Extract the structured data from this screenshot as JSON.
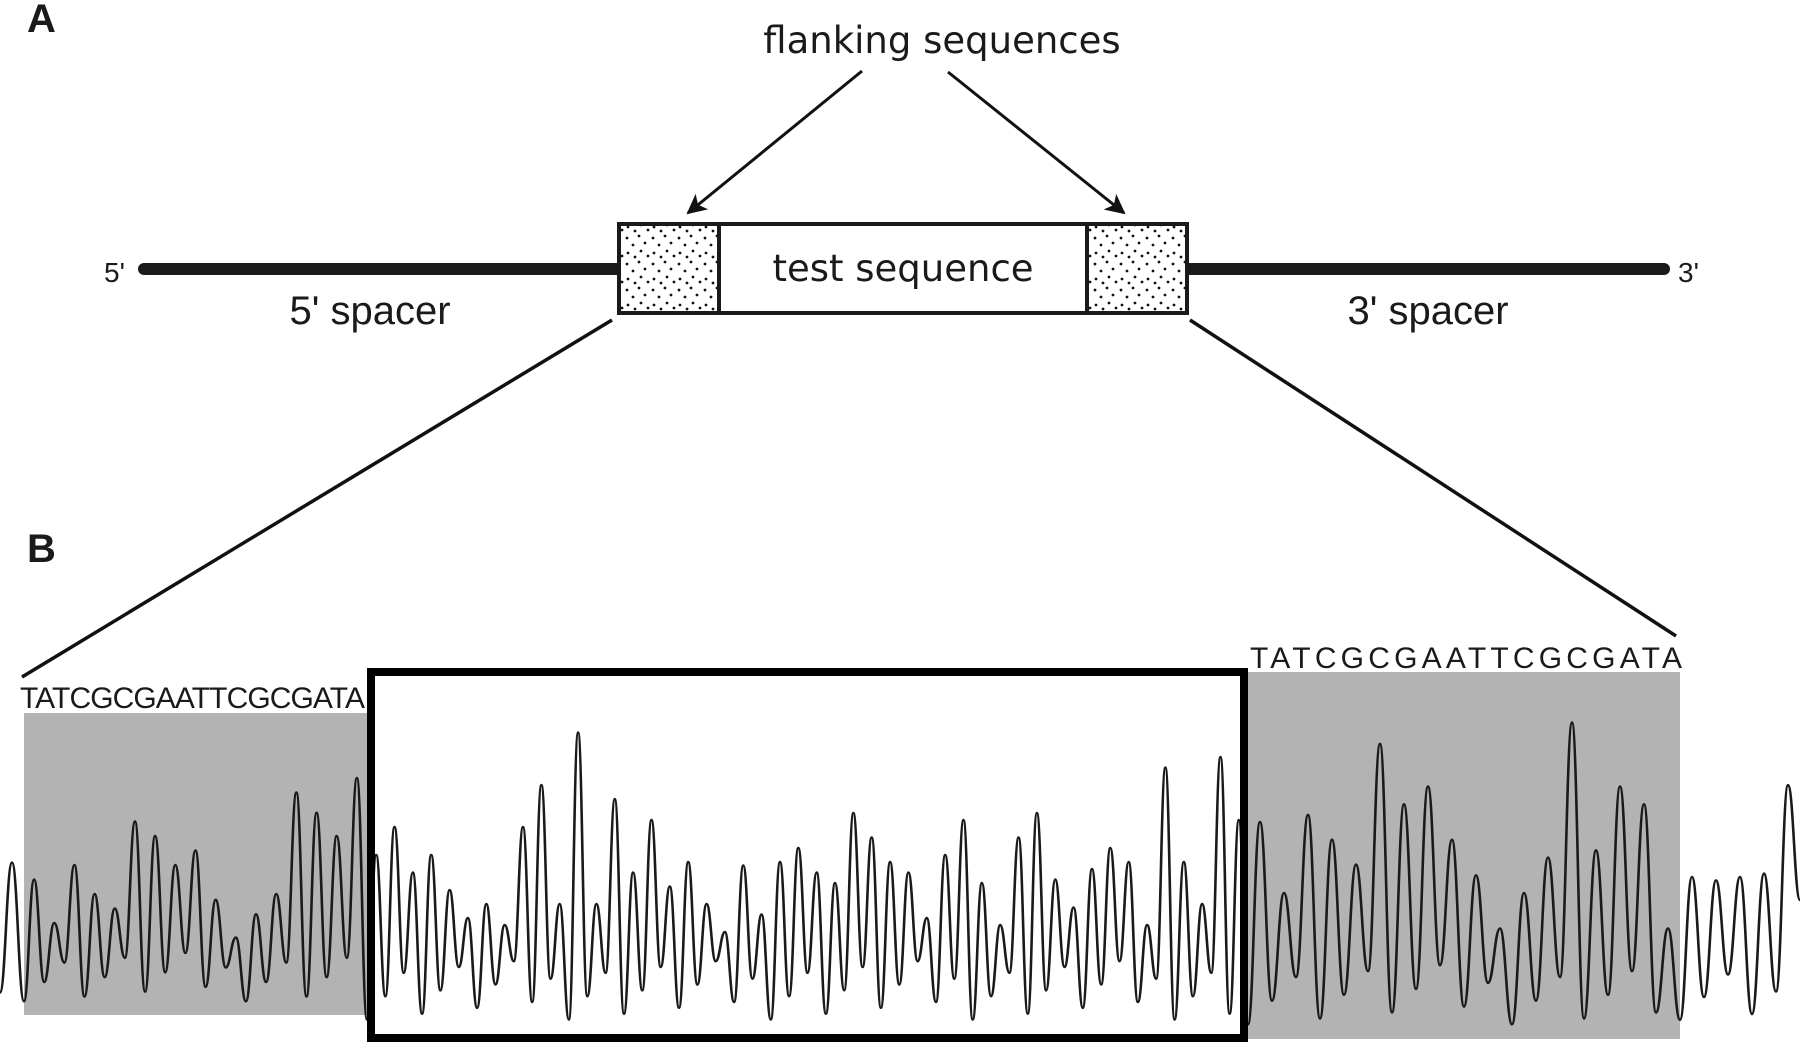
{
  "panel_a": {
    "label": "A",
    "flanking_label": "flanking sequences",
    "test_label": "test sequence",
    "five_prime_end": "5'",
    "three_prime_end": "3'",
    "five_prime_spacer": "5' spacer",
    "three_prime_spacer": "3' spacer"
  },
  "panel_b": {
    "label": "B",
    "left_flank_sequence": "TATCGCGAATTCGCGATA",
    "right_flank_sequence": "TATCGCGAATTCGCGATA",
    "colors": {
      "flank_shade": "#b3b3b3",
      "trace": "#1a1a1a",
      "box": "#000000"
    },
    "trace_segments": {
      "lead_in": [
        0.55
      ],
      "left_flank": [
        0.45,
        0.3,
        0.5,
        0.4,
        0.35,
        0.65,
        0.6,
        0.5,
        0.55,
        0.38,
        0.25,
        0.33,
        0.4,
        0.75,
        0.68,
        0.6,
        0.8
      ],
      "test": [
        0.5,
        0.58,
        0.45,
        0.5,
        0.4,
        0.32,
        0.36,
        0.3,
        0.58,
        0.7,
        0.36,
        0.85,
        0.36,
        0.66,
        0.45,
        0.6,
        0.41,
        0.48,
        0.36,
        0.28,
        0.47,
        0.33,
        0.48,
        0.52,
        0.45,
        0.42,
        0.62,
        0.55,
        0.48,
        0.45,
        0.32,
        0.5,
        0.6,
        0.42,
        0.3,
        0.55,
        0.62,
        0.43,
        0.35,
        0.46,
        0.52,
        0.48,
        0.3,
        0.75,
        0.48,
        0.36,
        0.78,
        0.6
      ],
      "right_flank": [
        0.6,
        0.4,
        0.62,
        0.55,
        0.48,
        0.82,
        0.65,
        0.7,
        0.55,
        0.45,
        0.3,
        0.4,
        0.5,
        0.88,
        0.52,
        0.7,
        0.65,
        0.3
      ],
      "lead_out": [
        0.45,
        0.44,
        0.45,
        0.46,
        0.72
      ]
    }
  }
}
